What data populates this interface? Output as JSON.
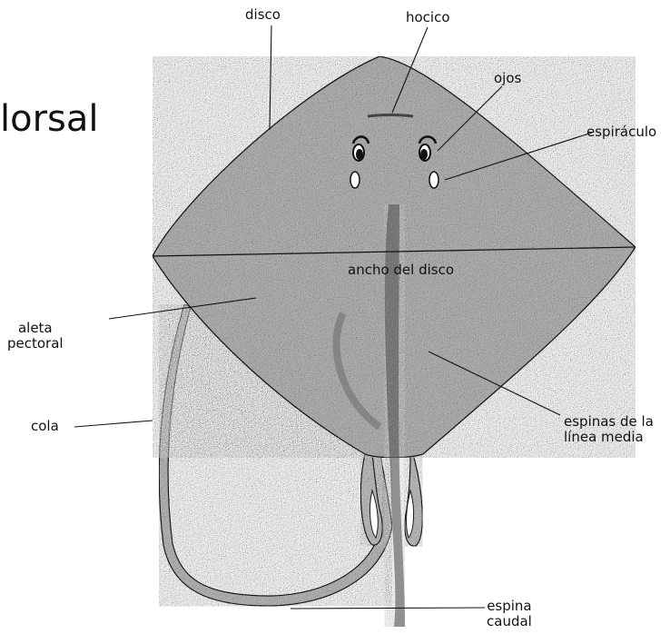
{
  "view_title": "lorsal",
  "labels": {
    "disco": "disco",
    "hocico": "hocico",
    "ojos": "ojos",
    "espiraculo": "espiráculo",
    "ancho_disco": "ancho del disco",
    "aleta_pectoral": "aleta\npectoral",
    "cola": "cola",
    "espinas_linea_media": "espinas de la\nlínea media",
    "espina_caudal": "espina\ncaudal"
  },
  "colors": {
    "body_fill": "#b9b9b9",
    "stipple_dark": "#6f6f6f",
    "outline": "#1a1a1a"
  }
}
